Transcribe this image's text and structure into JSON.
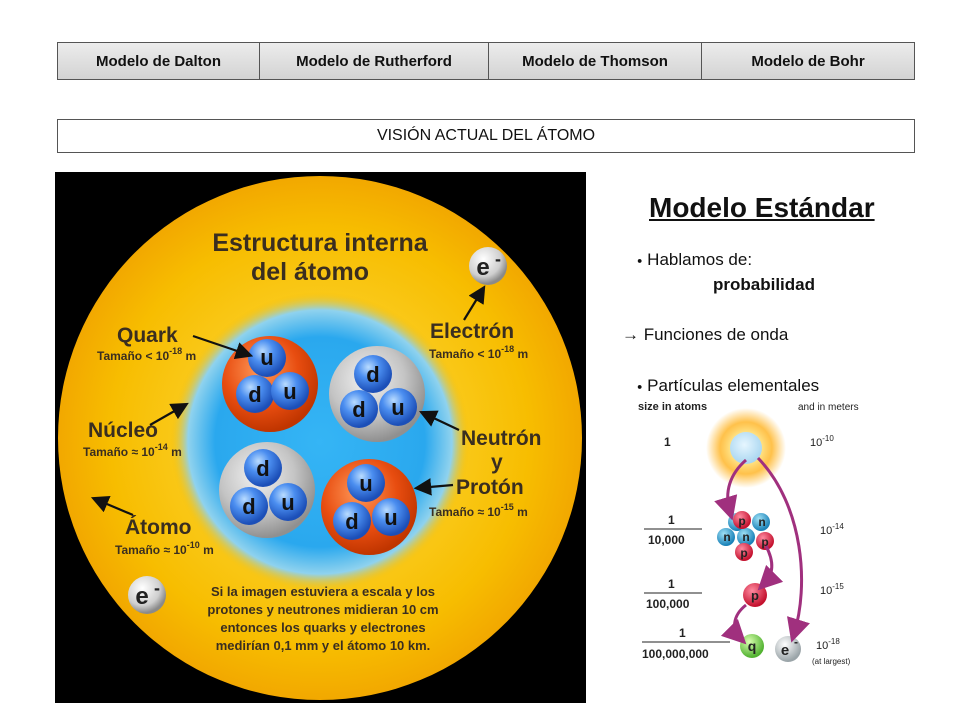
{
  "nav": {
    "tabs": [
      "Modelo de Dalton",
      "Modelo de Rutherford",
      "Modelo de Thomson",
      "Modelo de Bohr"
    ]
  },
  "banner": "VISIÓN ACTUAL DEL ÁTOMO",
  "atom_image": {
    "title_line1": "Estructura interna",
    "title_line2": "del átomo",
    "quark_label": "Quark",
    "quark_size_prefix": "Tamaño < 10",
    "quark_size_exp": "-18",
    "quark_size_unit": " m",
    "electron_label": "Electrón",
    "electron_size_prefix": "Tamaño < 10",
    "electron_size_exp": "-18",
    "electron_size_unit": " m",
    "nucleus_label": "Núcleo",
    "nucleus_size_prefix": "Tamaño ≈ 10",
    "nucleus_size_exp": "-14",
    "nucleus_size_unit": " m",
    "neutron_label": "Neutrón",
    "and_label": "y",
    "proton_label": "Protón",
    "proton_size_prefix": "Tamaño ≈ 10",
    "proton_size_exp": "-15",
    "proton_size_unit": " m",
    "atom_label": "Átomo",
    "atom_size_prefix": "Tamaño ≈ 10",
    "atom_size_exp": "-10",
    "atom_size_unit": " m",
    "electron_symbol": "e",
    "electron_sign": "-",
    "quark_u": "u",
    "quark_d": "d",
    "note_lines": [
      "Si la imagen estuviera a escala y los",
      "protones y neutrones midieran 10 cm",
      "entonces los quarks y electrones",
      "medirían 0,1 mm y el átomo 10 km."
    ],
    "colors": {
      "outer": "#f7bd00",
      "inner": "#2aa8ee",
      "proton": "#e84d10",
      "neutron": "#b9b9b9",
      "quark": "#2a6cd8"
    }
  },
  "right": {
    "title": "Modelo Estándar",
    "bullet": "●",
    "line1": "Hablamos de:",
    "line2": "probabilidad",
    "line3": "→ Funciones de onda",
    "line4": "Partículas elementales"
  },
  "scale_diagram": {
    "header_left": "size in atoms",
    "header_right": "and in meters",
    "rows": [
      {
        "fraction_num": "1",
        "fraction_den": "",
        "meters_base": "10",
        "meters_exp": "-10"
      },
      {
        "fraction_num": "1",
        "fraction_den": "10,000",
        "meters_base": "10",
        "meters_exp": "-14"
      },
      {
        "fraction_num": "1",
        "fraction_den": "100,000",
        "meters_base": "10",
        "meters_exp": "-15"
      },
      {
        "fraction_num": "1",
        "fraction_den": "100,000,000",
        "meters_base": "10",
        "meters_exp": "-18"
      }
    ],
    "at_largest": "(at largest)",
    "p": "p",
    "n": "n",
    "q": "q",
    "e": "e",
    "e_sign": "-"
  }
}
